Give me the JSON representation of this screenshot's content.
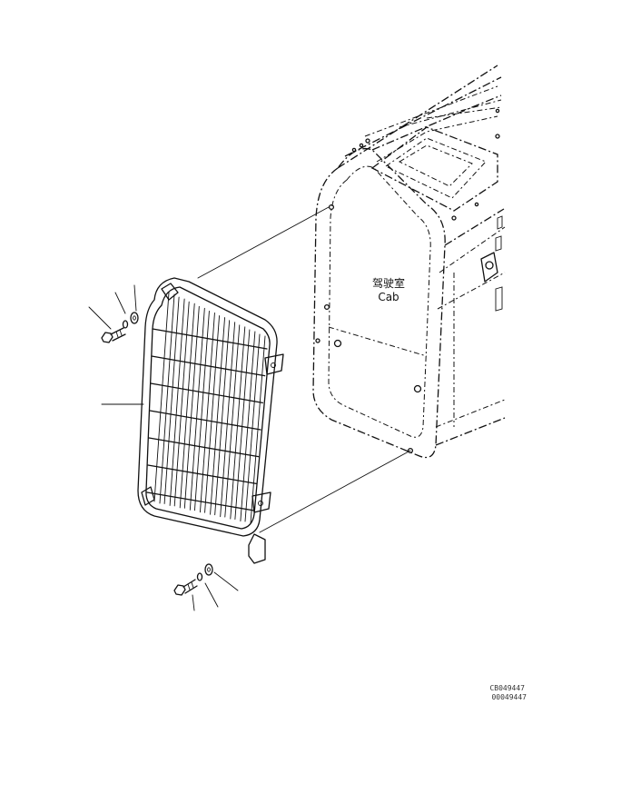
{
  "cab_label": {
    "zh": "驾驶室",
    "en": "Cab"
  },
  "drawing_codes": [
    "CB049447",
    "00049447"
  ]
}
